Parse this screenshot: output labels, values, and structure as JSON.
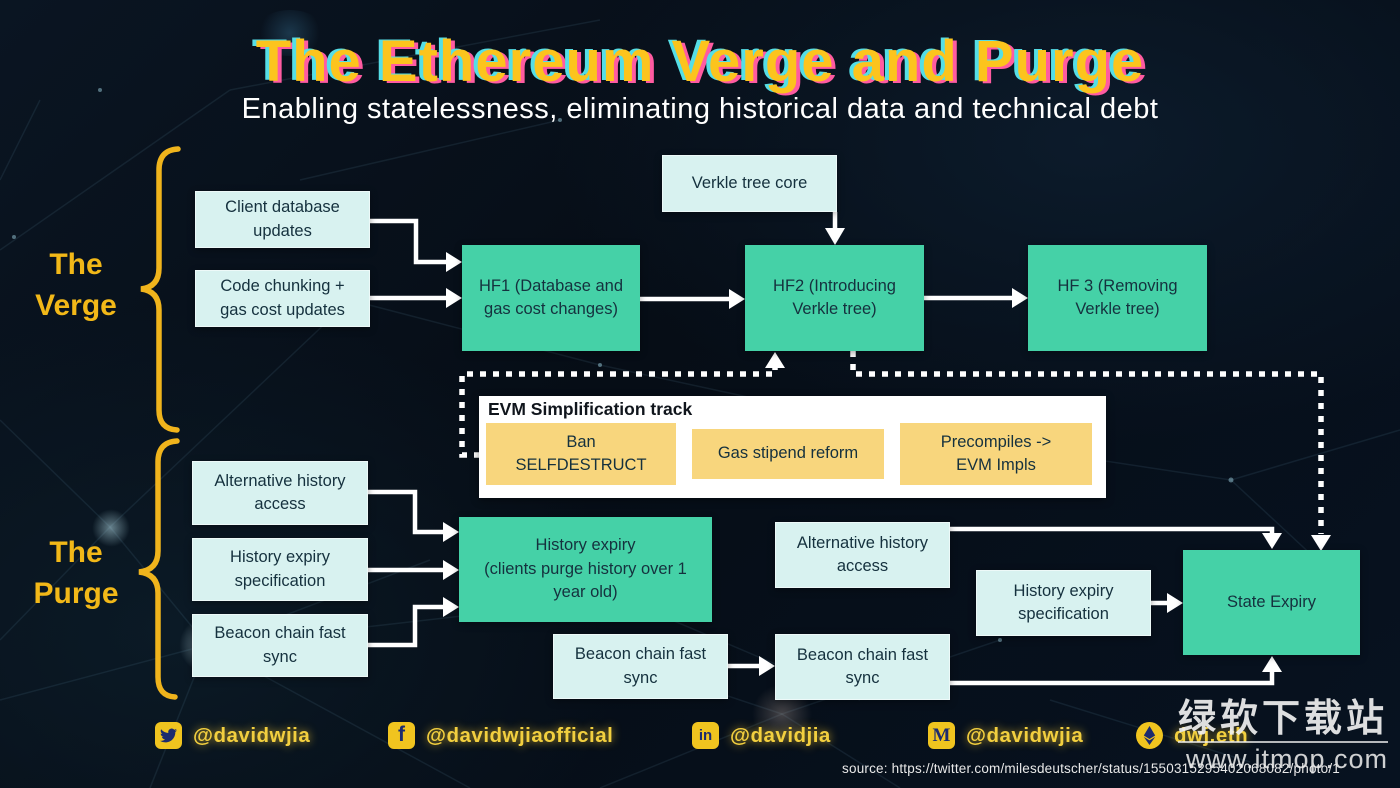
{
  "title": "The Ethereum Verge and Purge",
  "subtitle": "Enabling statelessness, eliminating historical data and technical debt",
  "sections": {
    "verge": {
      "line1": "The",
      "line2": "Verge"
    },
    "purge": {
      "line1": "The",
      "line2": "Purge"
    }
  },
  "nodes": {
    "client_db": "Client database updates",
    "code_chunking": "Code chunking + gas cost updates",
    "verkle_core": "Verkle tree core",
    "hf1": "HF1 (Database and gas cost changes)",
    "hf2": "HF2 (Introducing Verkle tree)",
    "hf3": "HF 3 (Removing Verkle tree)",
    "alt_history_1": "Alternative history access",
    "history_spec_1": "History expiry specification",
    "beacon_1": "Beacon chain fast sync",
    "history_expiry": "History expiry\n(clients purge history over 1\nyear old)",
    "beacon_2": "Beacon chain fast sync",
    "alt_history_2": "Alternative history access",
    "history_spec_2": "History expiry specification",
    "beacon_3": "Beacon chain fast sync",
    "state_expiry": "State Expiry"
  },
  "evm_track": {
    "title": "EVM Simplification track",
    "items": [
      {
        "label": "Ban\nSELFDESTRUCT"
      },
      {
        "label": "Gas stipend reform"
      },
      {
        "label": "Precompiles ->\nEVM Impls"
      }
    ]
  },
  "footer": {
    "socials": [
      {
        "icon": "twitter-icon",
        "handle": "@davidwjia"
      },
      {
        "icon": "facebook-icon",
        "handle": "@davidwjiaofficial"
      },
      {
        "icon": "linkedin-icon",
        "handle": "@davidjia"
      },
      {
        "icon": "medium-icon",
        "handle": "@davidwjia"
      },
      {
        "icon": "ethereum-icon",
        "handle": "dwj.eth"
      }
    ]
  },
  "source": "source: https://twitter.com/milesdeutscher/status/1550315295402068082/photo/1",
  "watermark": {
    "line1": "绿软下载站",
    "line2": "www.itmop.com"
  },
  "colors": {
    "teal": "#45d1a7",
    "light": "#d8f2f0",
    "yellow-box": "#f8d67d",
    "accent-yellow": "#f2b818",
    "title-yellow": "#fcc41d",
    "title-cyan": "#55dee6",
    "title-pink": "#ff5ba1",
    "footer-yellow": "#f2cf3f",
    "icon-bg": "#f0c41f",
    "icon-glyph": "#1c2b6e",
    "box-text": "#15313e"
  }
}
